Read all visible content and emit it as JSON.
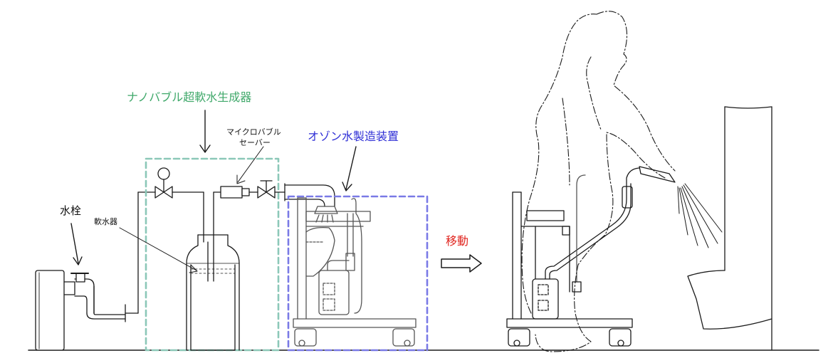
{
  "labels": {
    "nanobubble_generator": "ナノバブル超軟水生成器",
    "microbubble_saver_1": "マイクロバブル",
    "microbubble_saver_2": "セーバー",
    "ozone_device": "オゾン水製造装置",
    "faucet": "水栓",
    "softener": "軟水器",
    "move": "移動"
  },
  "colors": {
    "green_label": "#3fa86a",
    "green_box": "#8cc8b8",
    "blue_label": "#2f2fd6",
    "blue_box": "#7a7ae6",
    "red_label": "#e0251f",
    "line": "#1a1a1a",
    "gray": "#555555"
  }
}
